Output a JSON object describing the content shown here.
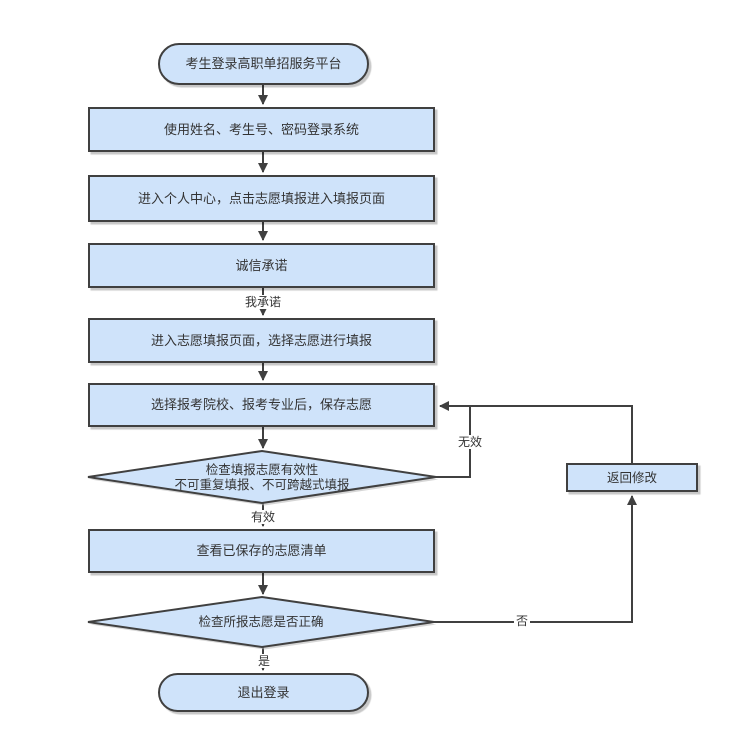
{
  "palette": {
    "node_fill": "#cfe3fa",
    "node_stroke": "#404040",
    "connector_color": "#404040",
    "text_color": "#333333",
    "background": "#ffffff"
  },
  "nodes": {
    "start": {
      "label": "考生登录高职单招服务平台"
    },
    "login": {
      "label": "使用姓名、考生号、密码登录系统"
    },
    "personal_center": {
      "label": "进入个人中心，点击志愿填报进入填报页面"
    },
    "integrity": {
      "label": "诚信承诺"
    },
    "fill_page": {
      "label": "进入志愿填报页面，选择志愿进行填报"
    },
    "save": {
      "label": "选择报考院校、报考专业后，保存志愿"
    },
    "validity_check": {
      "line1": "检查填报志愿有效性",
      "line2": "不可重复填报、不可跨越式填报"
    },
    "view_list": {
      "label": "查看已保存的志愿清单"
    },
    "correct_check": {
      "label": "检查所报志愿是否正确"
    },
    "modify": {
      "label": "返回修改"
    },
    "end": {
      "label": "退出登录"
    }
  },
  "edge_labels": {
    "promise": "我承诺",
    "invalid": "无效",
    "valid": "有效",
    "no": "否",
    "yes": "是"
  }
}
